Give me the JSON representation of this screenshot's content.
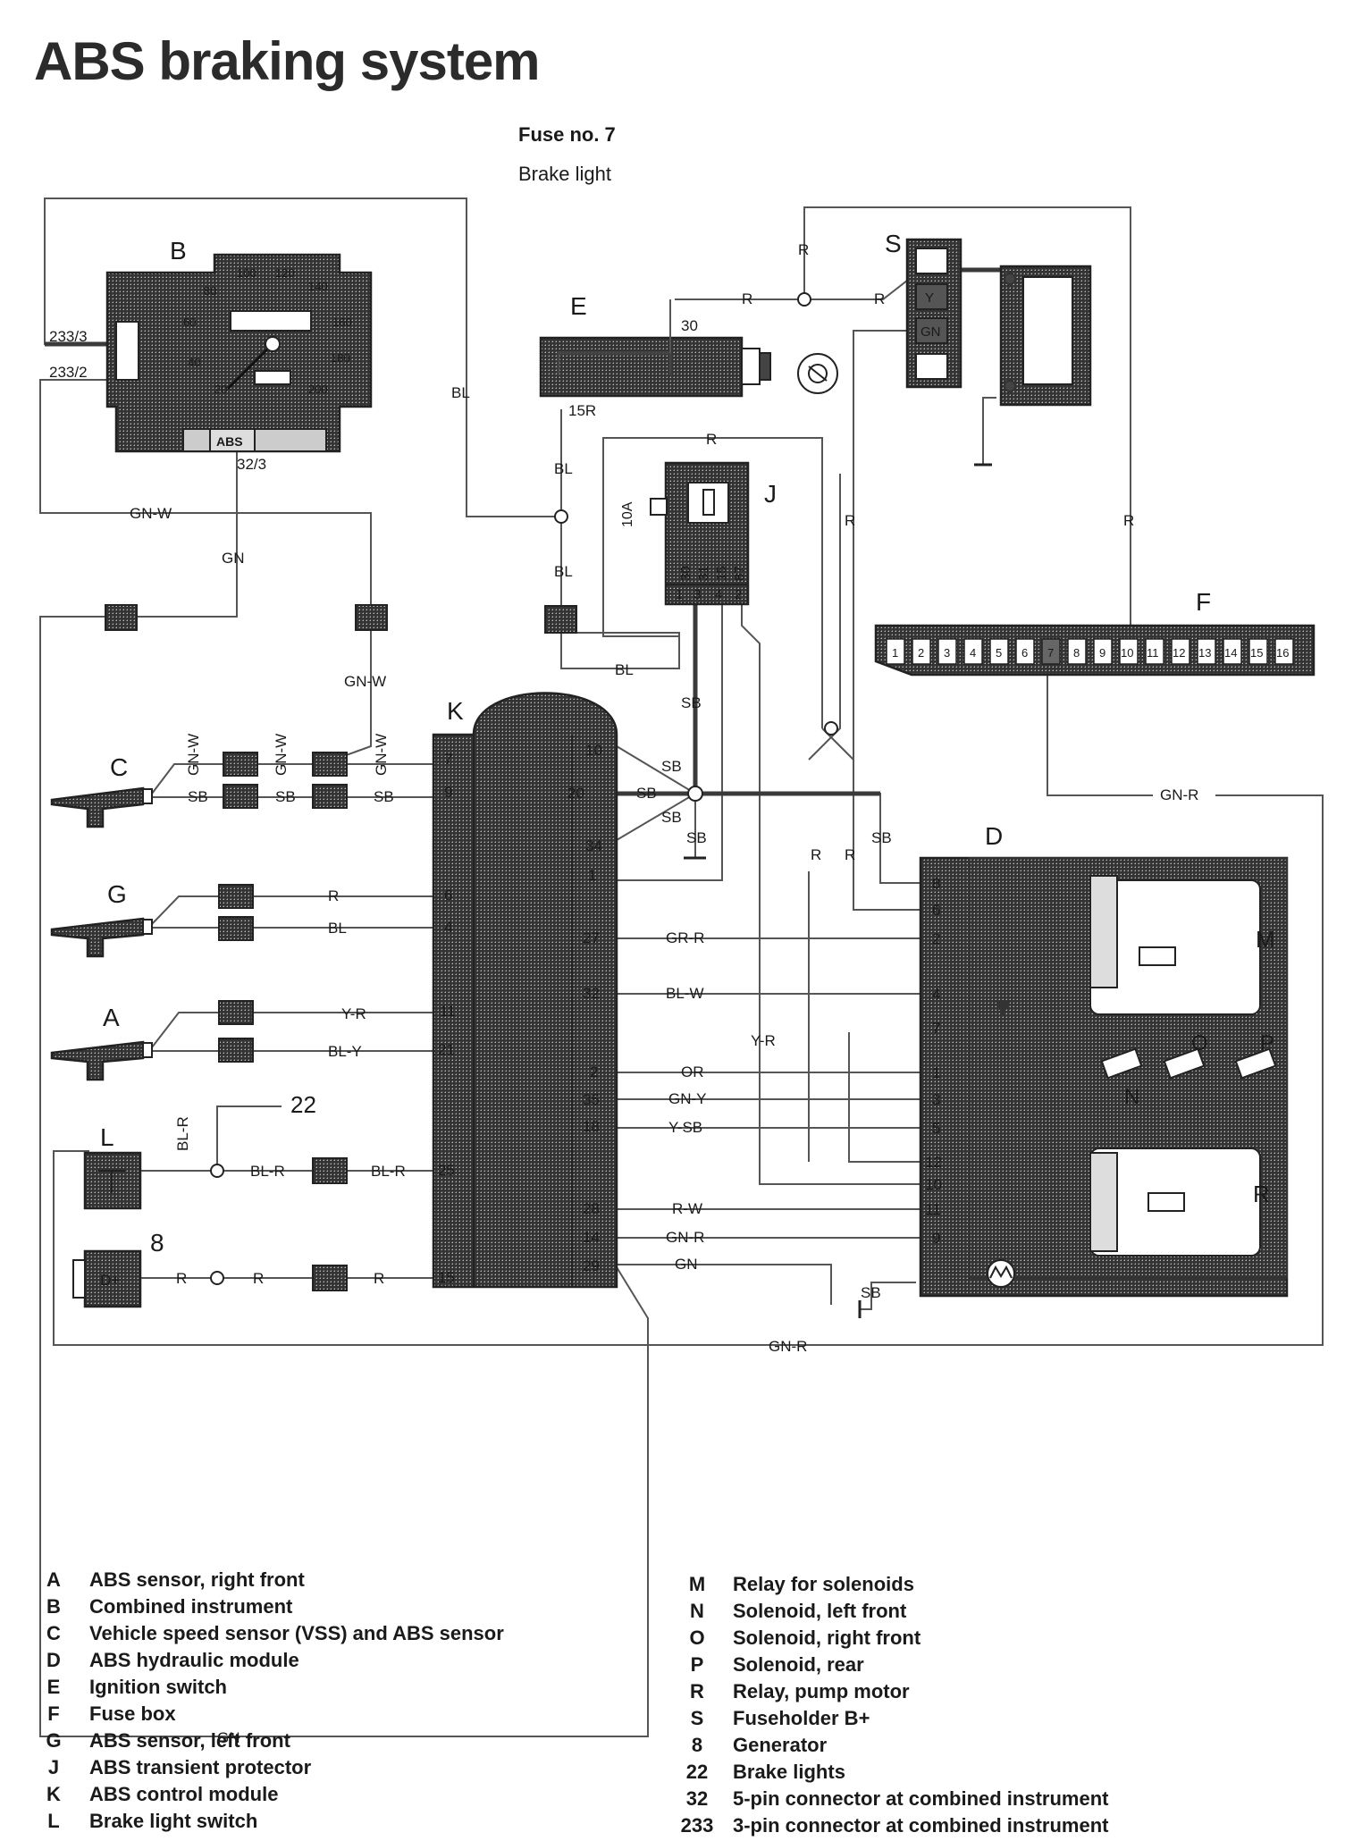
{
  "title": "ABS braking system",
  "header": {
    "fuse": "Fuse no. 7",
    "circuit": "Brake light"
  },
  "components": {
    "A": "A",
    "B": "B",
    "C": "C",
    "D": "D",
    "E": "E",
    "F": "F",
    "G": "G",
    "J": "J",
    "K": "K",
    "L": "L",
    "M": "M",
    "N": "N",
    "O": "O",
    "P": "P",
    "R": "R",
    "S": "S",
    "gen": "8",
    "brake": "22"
  },
  "wires": {
    "bl": "BL",
    "r": "R",
    "gnw": "GN-W",
    "gn": "GN",
    "sb": "SB",
    "gnr": "GN-R",
    "grr": "GR-R",
    "blw": "BL-W",
    "yr": "Y-R",
    "or": "OR",
    "gny": "GN-Y",
    "ysb": "Y-SB",
    "rw": "R-W",
    "blr": "BL-R",
    "bly": "BL-Y"
  },
  "connectors": {
    "c233_3": "233/3",
    "c233_2": "233/2",
    "c32_3": "32/3",
    "abs": "ABS",
    "e30": "30",
    "e15r": "15R",
    "fuse10a": "10A",
    "s_y": "Y",
    "s_gn": "GN",
    "dplus": "D+"
  },
  "speedo": [
    "20",
    "40",
    "60",
    "80",
    "100",
    "120",
    "140",
    "160",
    "180",
    "200"
  ],
  "relay_j": {
    "top": [
      "30",
      "31",
      "15",
      "87"
    ],
    "bottom": [
      "1",
      "3",
      "4",
      "2"
    ]
  },
  "fusebox": [
    "1",
    "2",
    "3",
    "4",
    "5",
    "6",
    "7",
    "8",
    "9",
    "10",
    "11",
    "12",
    "13",
    "14",
    "15",
    "16"
  ],
  "module_k_pins": [
    "10",
    "20",
    "34",
    "1",
    "7",
    "9",
    "6",
    "4",
    "27",
    "32",
    "11",
    "21",
    "2",
    "35",
    "18",
    "25",
    "28",
    "14",
    "29",
    "15"
  ],
  "module_d_pins": [
    "8",
    "6",
    "2",
    "4",
    "7",
    "1",
    "3",
    "5",
    "12",
    "10",
    "11",
    "9"
  ],
  "legend": [
    {
      "code": "A",
      "desc": "ABS sensor, right front"
    },
    {
      "code": "B",
      "desc": "Combined instrument"
    },
    {
      "code": "C",
      "desc": "Vehicle speed sensor (VSS) and ABS sensor"
    },
    {
      "code": "D",
      "desc": "ABS hydraulic module"
    },
    {
      "code": "E",
      "desc": "Ignition switch"
    },
    {
      "code": "F",
      "desc": "Fuse box"
    },
    {
      "code": "G",
      "desc": "ABS sensor, left front"
    },
    {
      "code": "J",
      "desc": "ABS transient protector"
    },
    {
      "code": "K",
      "desc": "ABS control module"
    },
    {
      "code": "L",
      "desc": "Brake light switch"
    },
    {
      "code": "M",
      "desc": "Relay for solenoids"
    },
    {
      "code": "N",
      "desc": "Solenoid, left front"
    },
    {
      "code": "O",
      "desc": "Solenoid, right front"
    },
    {
      "code": "P",
      "desc": "Solenoid, rear"
    },
    {
      "code": "R",
      "desc": "Relay, pump motor"
    },
    {
      "code": "S",
      "desc": "Fuseholder B+"
    },
    {
      "code": "8",
      "desc": "Generator"
    },
    {
      "code": "22",
      "desc": "Brake lights"
    },
    {
      "code": "32",
      "desc": "5-pin connector at combined instrument"
    },
    {
      "code": "233",
      "desc": "3-pin connector at combined instrument"
    }
  ]
}
